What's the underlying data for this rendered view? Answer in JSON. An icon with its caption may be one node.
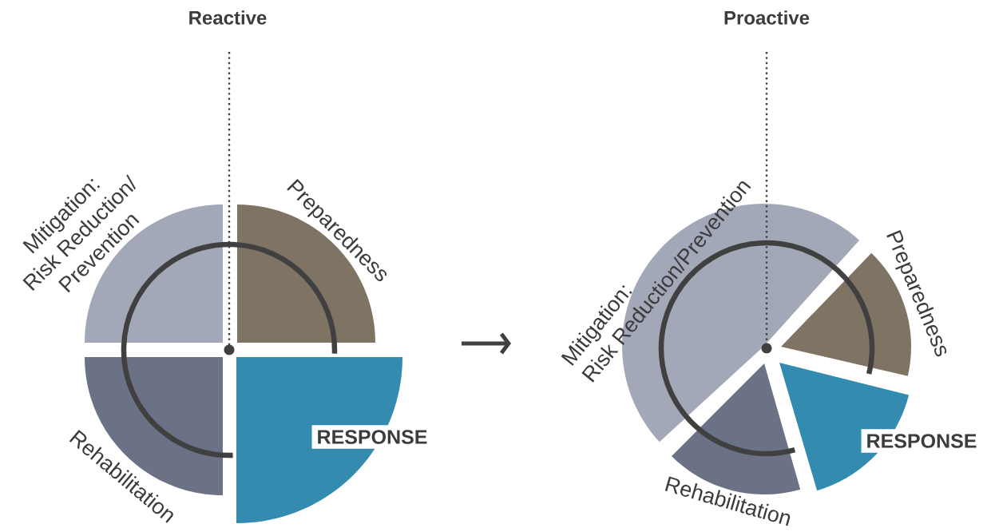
{
  "diagram": {
    "nodes": [
      {
        "text": [
          "Mitigation: Risk Reduction/ Prevention"
        ]
      },
      {
        "text": [
          "Preparedness"
        ]
      },
      {
        "text": [
          "RESPONSE"
        ]
      },
      {
        "text": [
          "Rehabilitation"
        ]
      },
      {
        "text": [
          "Mitigation: Risk Reduction/Prevention"
        ]
      },
      {
        "text": [
          "Preparedness"
        ]
      },
      {
        "text": [
          "RESPONSE"
        ]
      },
      {
        "text": [
          "Rehabilitation"
        ]
      }
    ],
    "labels": [
      "Reactive",
      "Proactive"
    ]
  }
}
